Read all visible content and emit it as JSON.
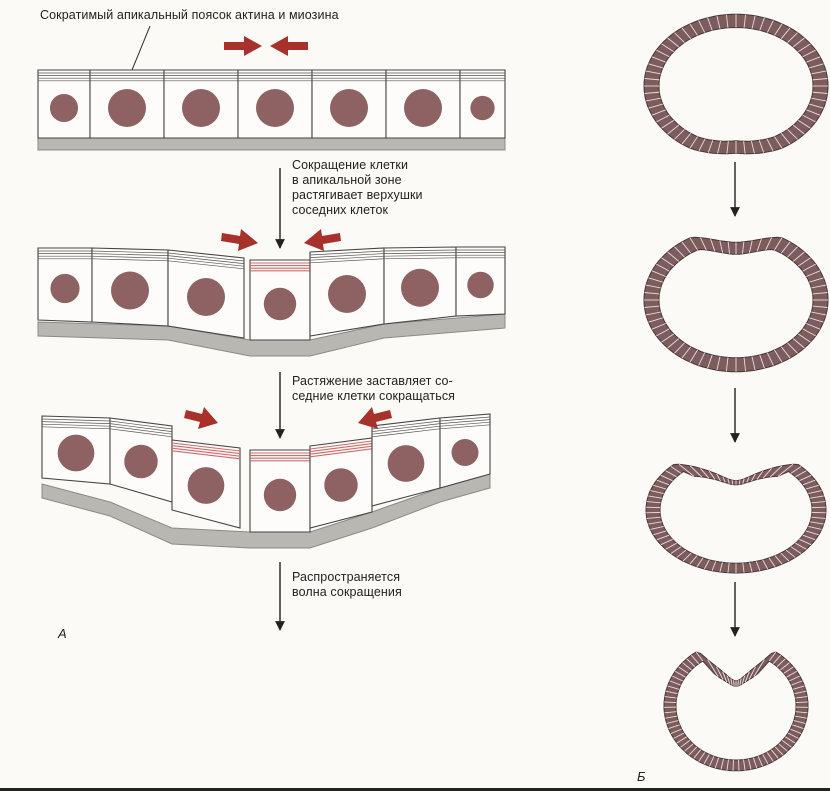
{
  "panel_a": {
    "letter": "А",
    "top_label": "Сократимый апикальный поясок актина и миозина",
    "step1_lines": [
      "Сокращение клетки",
      "в апикальной зоне",
      "растягивает верхушки",
      "соседних клеток"
    ],
    "step2_lines": [
      "Растяжение заставляет со-",
      "седние клетки сокращаться"
    ],
    "step3_lines": [
      "Распространяется",
      "волна сокращения"
    ]
  },
  "panel_b": {
    "letter": "Б"
  },
  "colors": {
    "nucleus": "#8e6262",
    "arrow": "#a8312b",
    "contracted": "#d36a6a",
    "cell_outline": "#444444",
    "basal": "#b9b7b2",
    "ring": "#7d5c5e"
  }
}
